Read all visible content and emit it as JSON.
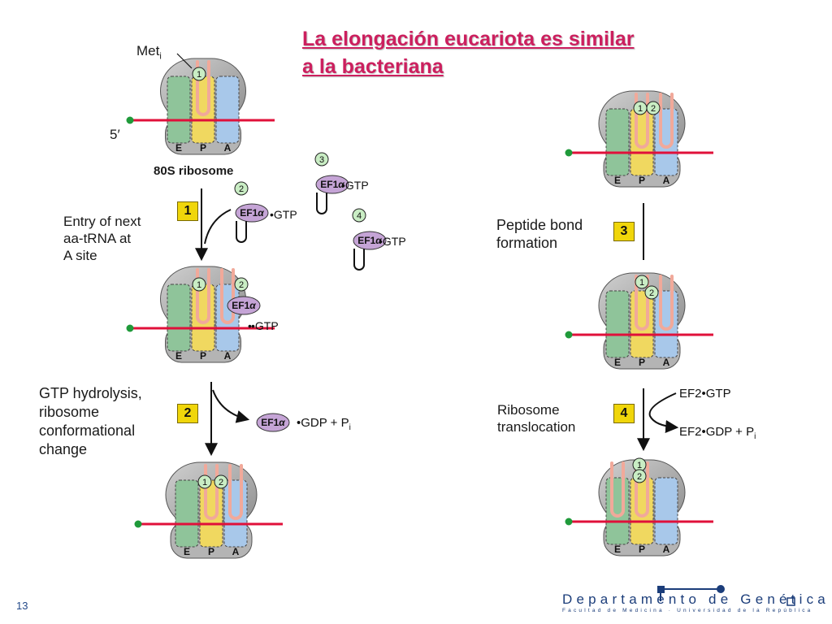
{
  "title_line1": "La elongación eucariota es similar",
  "title_line2": "a la bacteriana",
  "labels": {
    "met": "Met",
    "met_sub": "i",
    "five_prime": "5′",
    "ribosome_name": "80S ribosome",
    "sites": [
      "E",
      "P",
      "A"
    ],
    "step1_text": [
      "Entry of next",
      "aa-tRNA at",
      "A site"
    ],
    "step2_text": [
      "GTP hydrolysis,",
      "ribosome",
      "conformational",
      "change"
    ],
    "step3_text": [
      "Peptide bond",
      "formation"
    ],
    "step4_text": [
      "Ribosome",
      "translocation"
    ]
  },
  "steps": [
    "1",
    "2",
    "3",
    "4"
  ],
  "trna_numbers": [
    "1",
    "2",
    "3",
    "4"
  ],
  "factors": {
    "ef1": "EF1",
    "alpha": "α",
    "gtp": "•GTP",
    "gdp_pi": "•GDP + P",
    "pi_sub": "i",
    "ef2_gtp": "EF2•GTP",
    "ef2_gdp": "EF2•GDP + P"
  },
  "footer": {
    "page_number": "13",
    "department": "Departamento de Genética",
    "faculty": "Facultad de Medicina · Universidad de la República"
  },
  "colors": {
    "title": "#cc1f5e",
    "mrna": "#e0103a",
    "e_site": "#8fc49a",
    "p_site": "#f0d860",
    "a_site": "#a8c8ea",
    "trna": "#f1a99a",
    "ef1": "#c5a4d6",
    "step_box": "#f0d60a",
    "ribosome": "#a8a8a8"
  }
}
